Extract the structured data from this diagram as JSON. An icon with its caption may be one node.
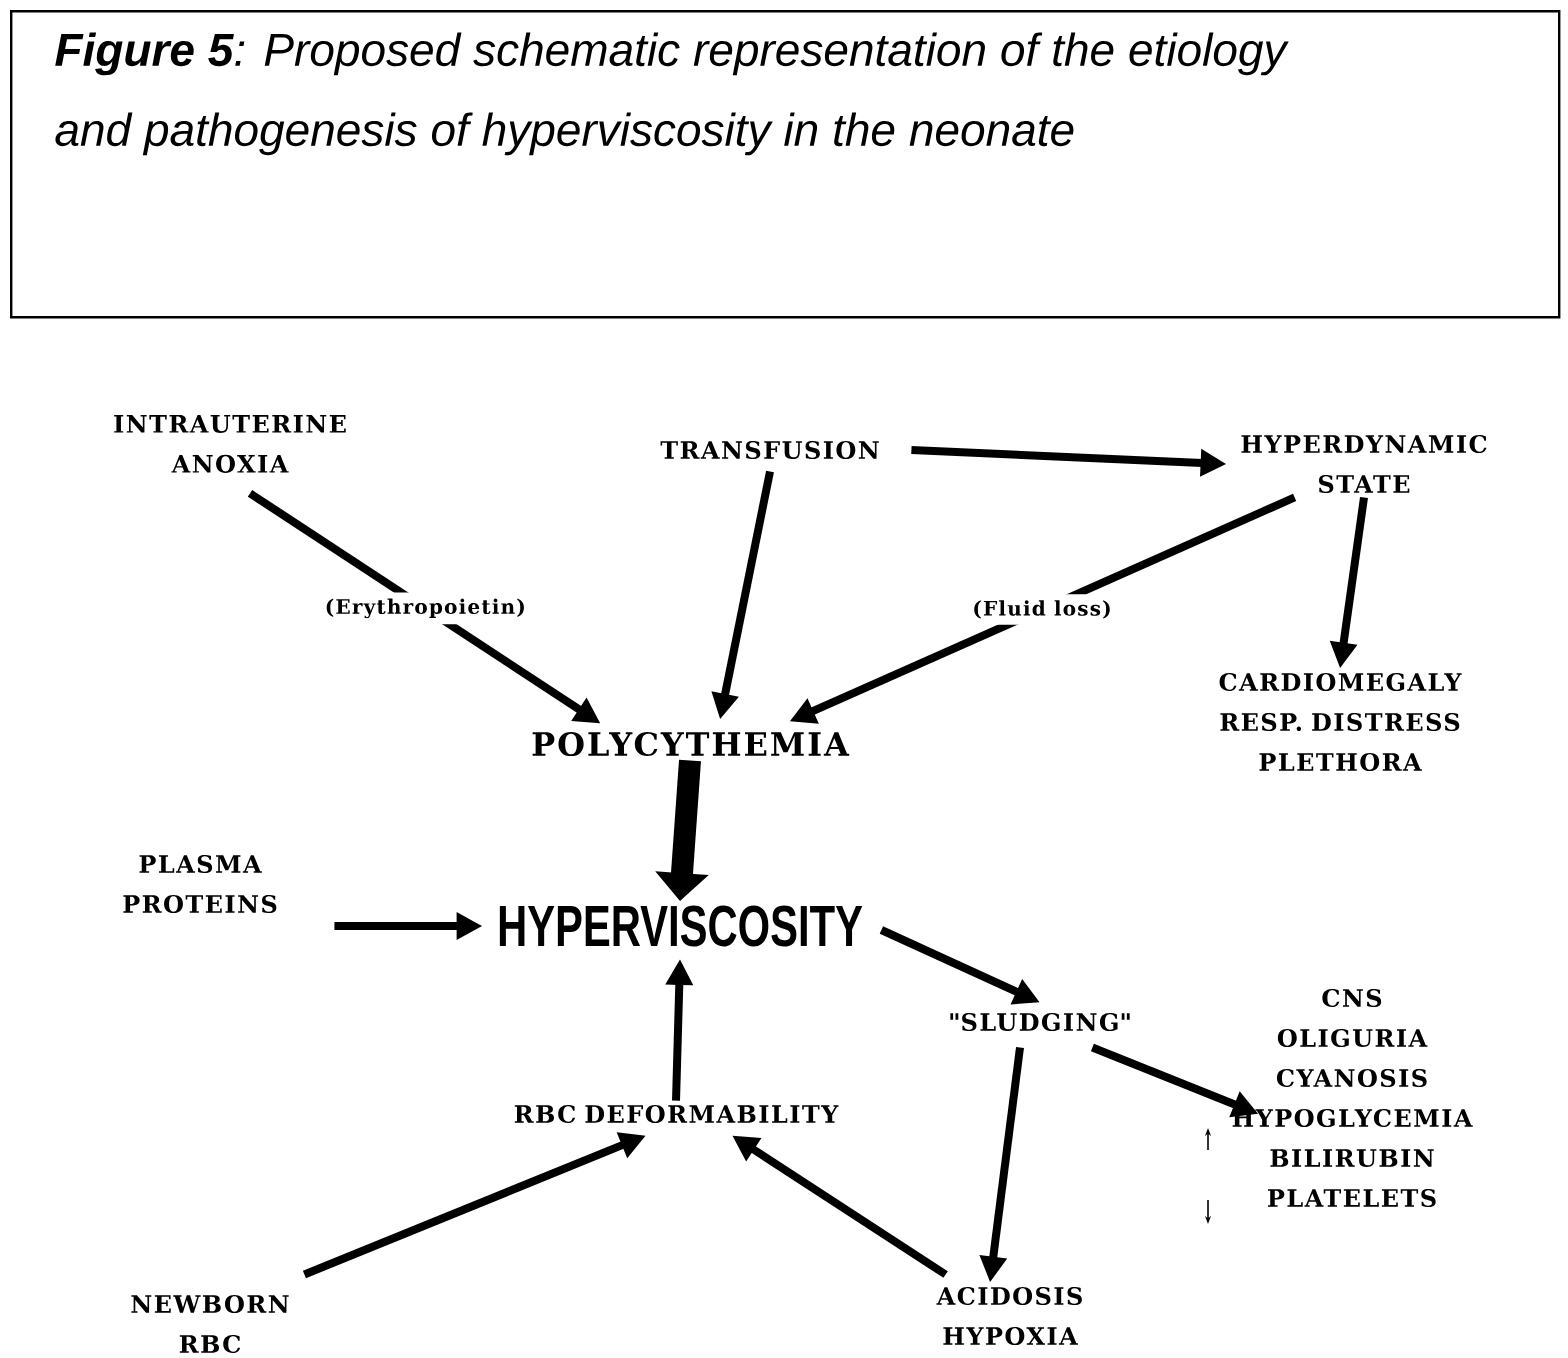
{
  "diagram": {
    "title": "**Figure 5**: Proposed schematic representation of the etiology and pathogenesis of hyperviscosity in the neonate",
    "nodes": [
      {
        "text": [
          "INTRAUTERINE ANOXIA"
        ]
      },
      {
        "text": [
          "TRANSFUSION"
        ]
      },
      {
        "text": [
          "HYPERDYNAMIC STATE"
        ]
      },
      {
        "text": [
          "POLYCYTHEMIA"
        ]
      },
      {
        "text": [
          "CARDIOMEGALY",
          "RESP. DISTRESS",
          "PLETHORA"
        ]
      },
      {
        "text": [
          "PLASMA PROTEINS"
        ]
      },
      {
        "text": [
          "HYPERVISCOSITY"
        ]
      },
      {
        "text": [
          "\"SLUDGING\""
        ]
      },
      {
        "text": [
          "CNS",
          "OLIGURIA",
          "CYANOSIS",
          "HYPOGLYCEMIA",
          "BILIRUBIN",
          "PLATELETS"
        ]
      },
      {
        "text": [
          "RBC DEFORMABILITY"
        ]
      },
      {
        "text": [
          "NEWBORN RBC"
        ]
      },
      {
        "text": [
          "ACIDOSIS",
          "HYPOXIA"
        ]
      }
    ],
    "edges": [
      {
        "from": 0,
        "to": 3,
        "arrow": "to",
        "label": "(Erythropoietin)"
      },
      {
        "from": 1,
        "to": 3,
        "arrow": "to"
      },
      {
        "from": 1,
        "to": 2,
        "arrow": "to"
      },
      {
        "from": 2,
        "to": 3,
        "arrow": "to",
        "label": "(Fluid loss)"
      },
      {
        "from": 2,
        "to": 4,
        "arrow": "to"
      },
      {
        "from": 3,
        "to": 6,
        "arrow": "to",
        "style": "thick"
      },
      {
        "from": 5,
        "to": 6,
        "arrow": "to"
      },
      {
        "from": 6,
        "to": 7,
        "arrow": "to"
      },
      {
        "from": 7,
        "to": 8,
        "arrow": "to"
      },
      {
        "from": 7,
        "to": 11,
        "arrow": "to"
      },
      {
        "from": 9,
        "to": 6,
        "arrow": "to"
      },
      {
        "from": 10,
        "to": 9,
        "arrow": "to"
      },
      {
        "from": 11,
        "to": 9,
        "arrow": "to"
      }
    ]
  }
}
